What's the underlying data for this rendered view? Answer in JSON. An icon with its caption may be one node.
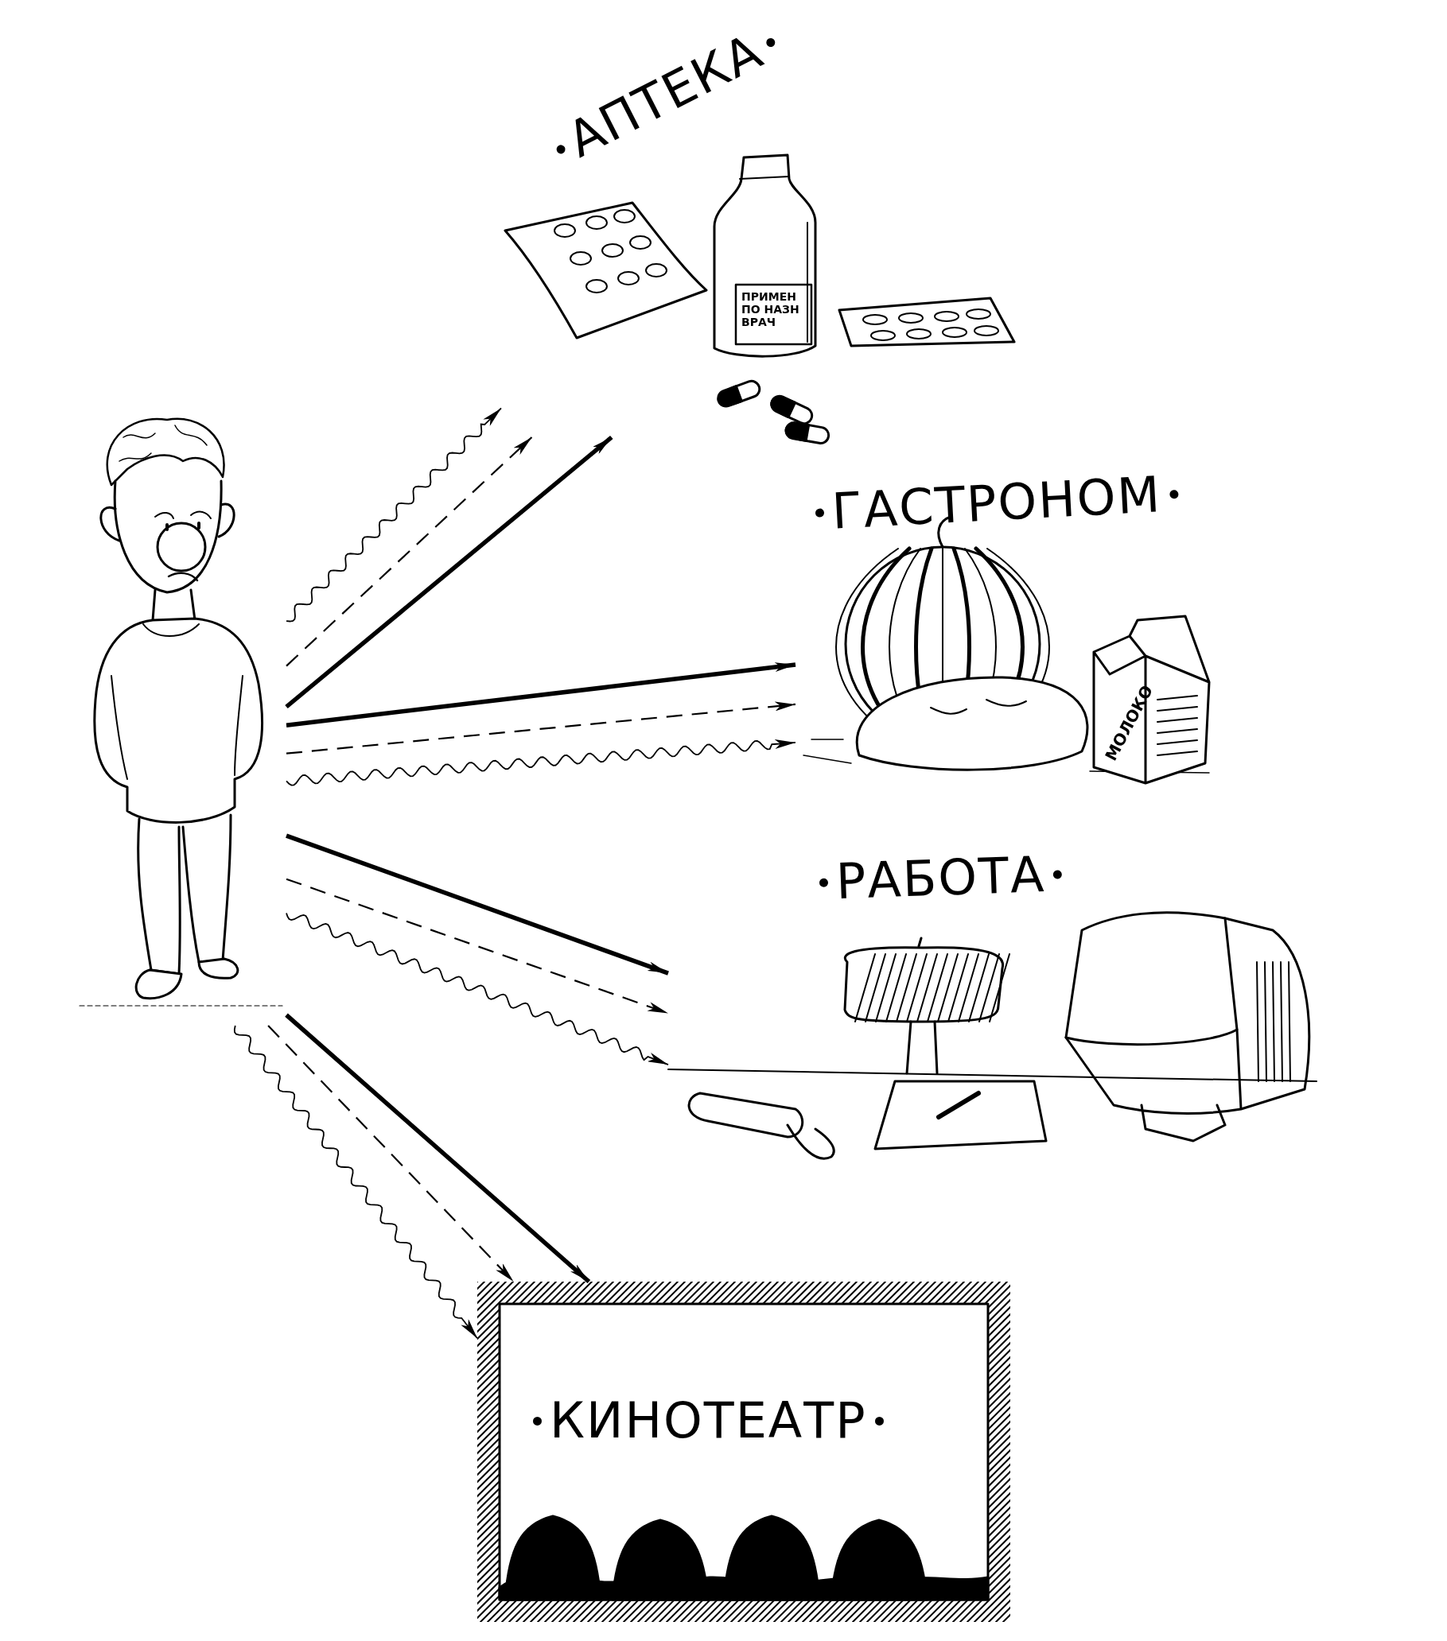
{
  "diagram": {
    "nodes": [
      {
        "text": [],
        "shape": "picture"
      },
      {
        "text": [
          "АПТЕКА"
        ]
      },
      {
        "text": [
          "ГАСТРОНОМ"
        ]
      },
      {
        "text": [
          "РАБОТА"
        ]
      },
      {
        "text": [
          "КИНОТЕАТР"
        ]
      }
    ],
    "edges": [
      {
        "from": 0,
        "to": 1,
        "arrow": "to"
      },
      {
        "from": 0,
        "to": 1,
        "arrow": "to",
        "style": "dashed"
      },
      {
        "from": 0,
        "to": 1,
        "arrow": "to",
        "style": "thick"
      },
      {
        "from": 0,
        "to": 2,
        "arrow": "to",
        "style": "thick"
      },
      {
        "from": 0,
        "to": 2,
        "arrow": "to",
        "style": "dashed"
      },
      {
        "from": 0,
        "to": 2,
        "arrow": "to"
      },
      {
        "from": 0,
        "to": 3,
        "arrow": "to",
        "style": "thick"
      },
      {
        "from": 0,
        "to": 3,
        "arrow": "to",
        "style": "dashed"
      },
      {
        "from": 0,
        "to": 3,
        "arrow": "to"
      },
      {
        "from": 0,
        "to": 4,
        "arrow": "to",
        "style": "thick"
      },
      {
        "from": 0,
        "to": 4,
        "arrow": "to",
        "style": "dashed"
      },
      {
        "from": 0,
        "to": 4,
        "arrow": "to"
      }
    ],
    "labels": [
      "ПРИМЕН ПО НАЗН ВРАЧ",
      "МОЛОКО"
    ]
  }
}
